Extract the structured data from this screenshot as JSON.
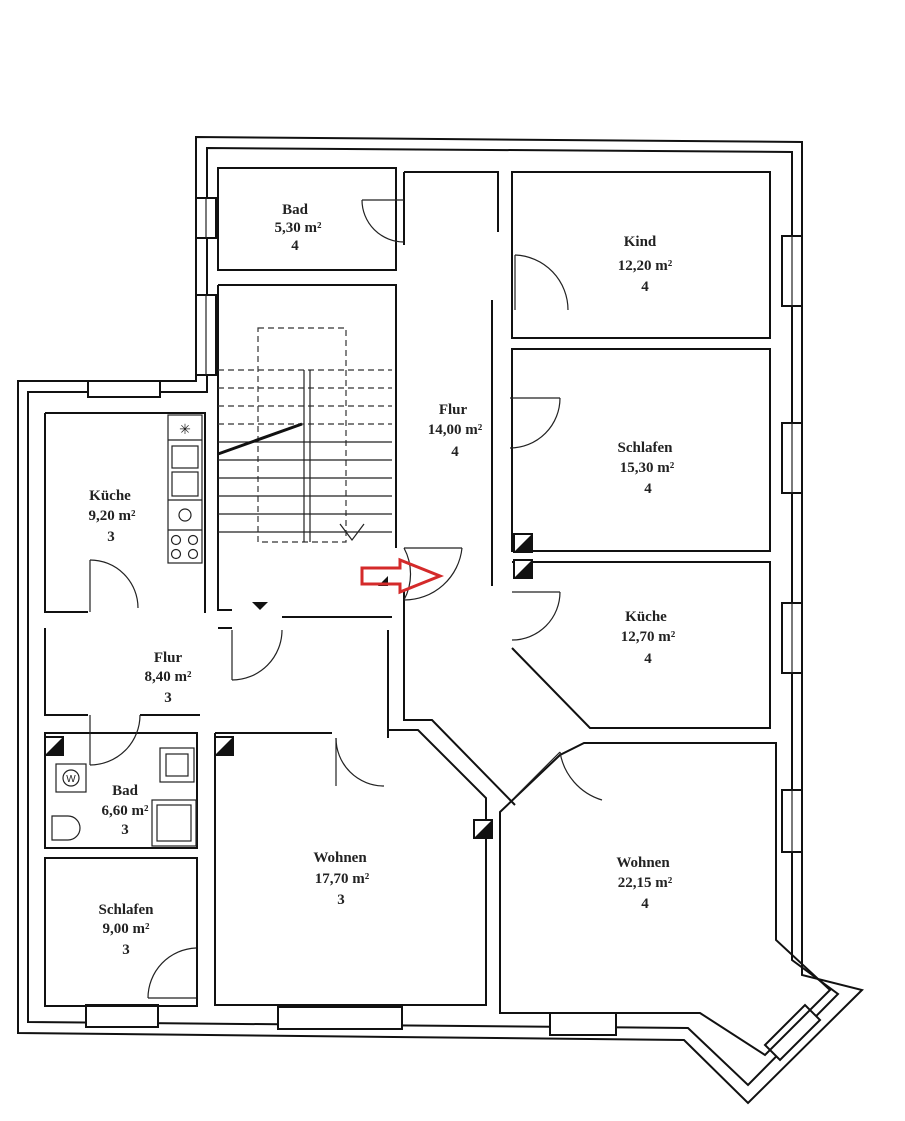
{
  "rooms": {
    "bad_top": {
      "name": "Bad",
      "area": "5,30 m²",
      "count": "4"
    },
    "kind": {
      "name": "Kind",
      "area": "12,20 m²",
      "count": "4"
    },
    "flur_main": {
      "name": "Flur",
      "area": "14,00 m²",
      "count": "4"
    },
    "schlafen_right": {
      "name": "Schlafen",
      "area": "15,30 m²",
      "count": "4"
    },
    "kueche_left": {
      "name": "Küche",
      "area": "9,20 m²",
      "count": "3"
    },
    "kueche_right": {
      "name": "Küche",
      "area": "12,70 m²",
      "count": "4"
    },
    "flur_left": {
      "name": "Flur",
      "area": "8,40 m²",
      "count": "3"
    },
    "bad_left": {
      "name": "Bad",
      "area": "6,60 m²",
      "count": "3"
    },
    "wohnen_mid": {
      "name": "Wohnen",
      "area": "17,70 m²",
      "count": "3"
    },
    "wohnen_right": {
      "name": "Wohnen",
      "area": "22,15 m²",
      "count": "4"
    },
    "schlafen_left": {
      "name": "Schlafen",
      "area": "9,00 m²",
      "count": "3"
    }
  },
  "icons": {
    "stove_burner": "✳",
    "washer": "W",
    "arrow_color": "#d42a2a"
  }
}
